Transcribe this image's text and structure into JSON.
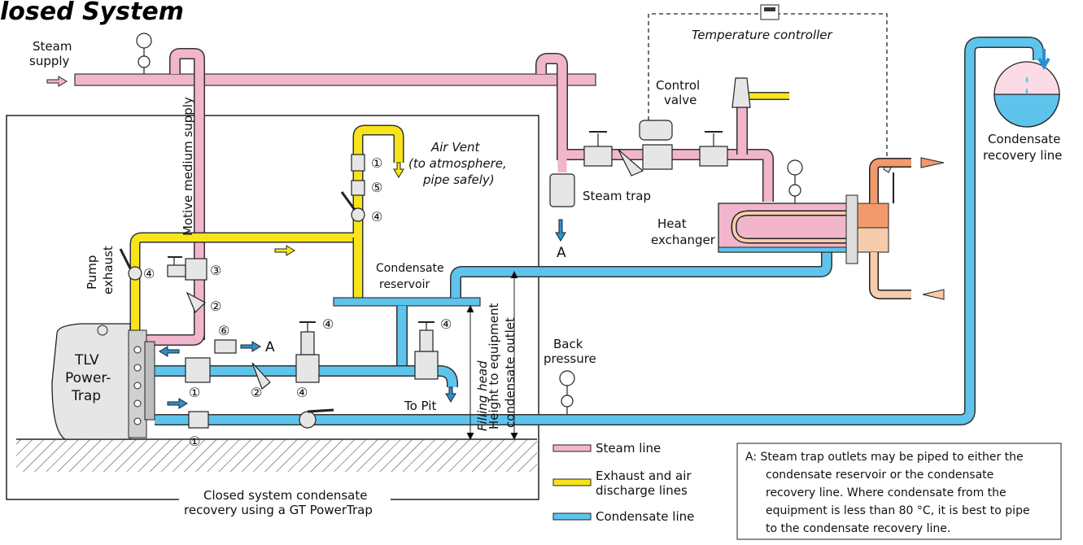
{
  "title": "losed System",
  "labels": {
    "steam_supply": [
      "Steam",
      "supply"
    ],
    "motive_medium_supply": "Motive medium supply",
    "temperature_controller": "Temperature controller",
    "control_valve": [
      "Control",
      "valve"
    ],
    "air_vent": [
      "Air Vent",
      "(to atmosphere,",
      "pipe safely)"
    ],
    "steam_trap": "Steam trap",
    "heat_exchanger": [
      "Heat",
      "exchanger"
    ],
    "condensate_recovery_line": [
      "Condensate",
      "recovery line"
    ],
    "pump_exhaust": [
      "Pump",
      "exhaust"
    ],
    "condensate_reservoir": [
      "Condensate",
      "reservoir"
    ],
    "filling_head": "Filling head",
    "height_to_outlet": [
      "Height to equipment",
      "condensate outlet"
    ],
    "back_pressure": [
      "Back",
      "pressure"
    ],
    "to_pit": "To Pit",
    "pump": [
      "TLV",
      "Power-",
      "Trap"
    ],
    "point_a": "A",
    "caption": [
      "Closed system condensate",
      "recovery using a GT PowerTrap"
    ]
  },
  "markers": {
    "m1": "①",
    "m2": "②",
    "m3": "③",
    "m4": "④",
    "m5": "⑤",
    "m6": "⑥"
  },
  "legend": [
    {
      "label": "Steam line",
      "color": "#f2b6cc"
    },
    {
      "label_lines": [
        "Exhaust and air",
        "discharge lines"
      ],
      "color": "#f7e51a"
    },
    {
      "label": "Condensate line",
      "color": "#5ec4ec"
    }
  ],
  "note_lines": [
    "A: Steam trap outlets may be piped to either the",
    "condensate reservoir or the condensate",
    "recovery line. Where condensate from the",
    "equipment is less than 80 °C, it is best to pipe",
    "to the condensate recovery line."
  ],
  "colors": {
    "steam": "#f2b6cc",
    "exhaust": "#f7e51a",
    "condensate": "#5ec4ec",
    "hot_out": "#f29a6e",
    "cold_in": "#f6ccab"
  }
}
